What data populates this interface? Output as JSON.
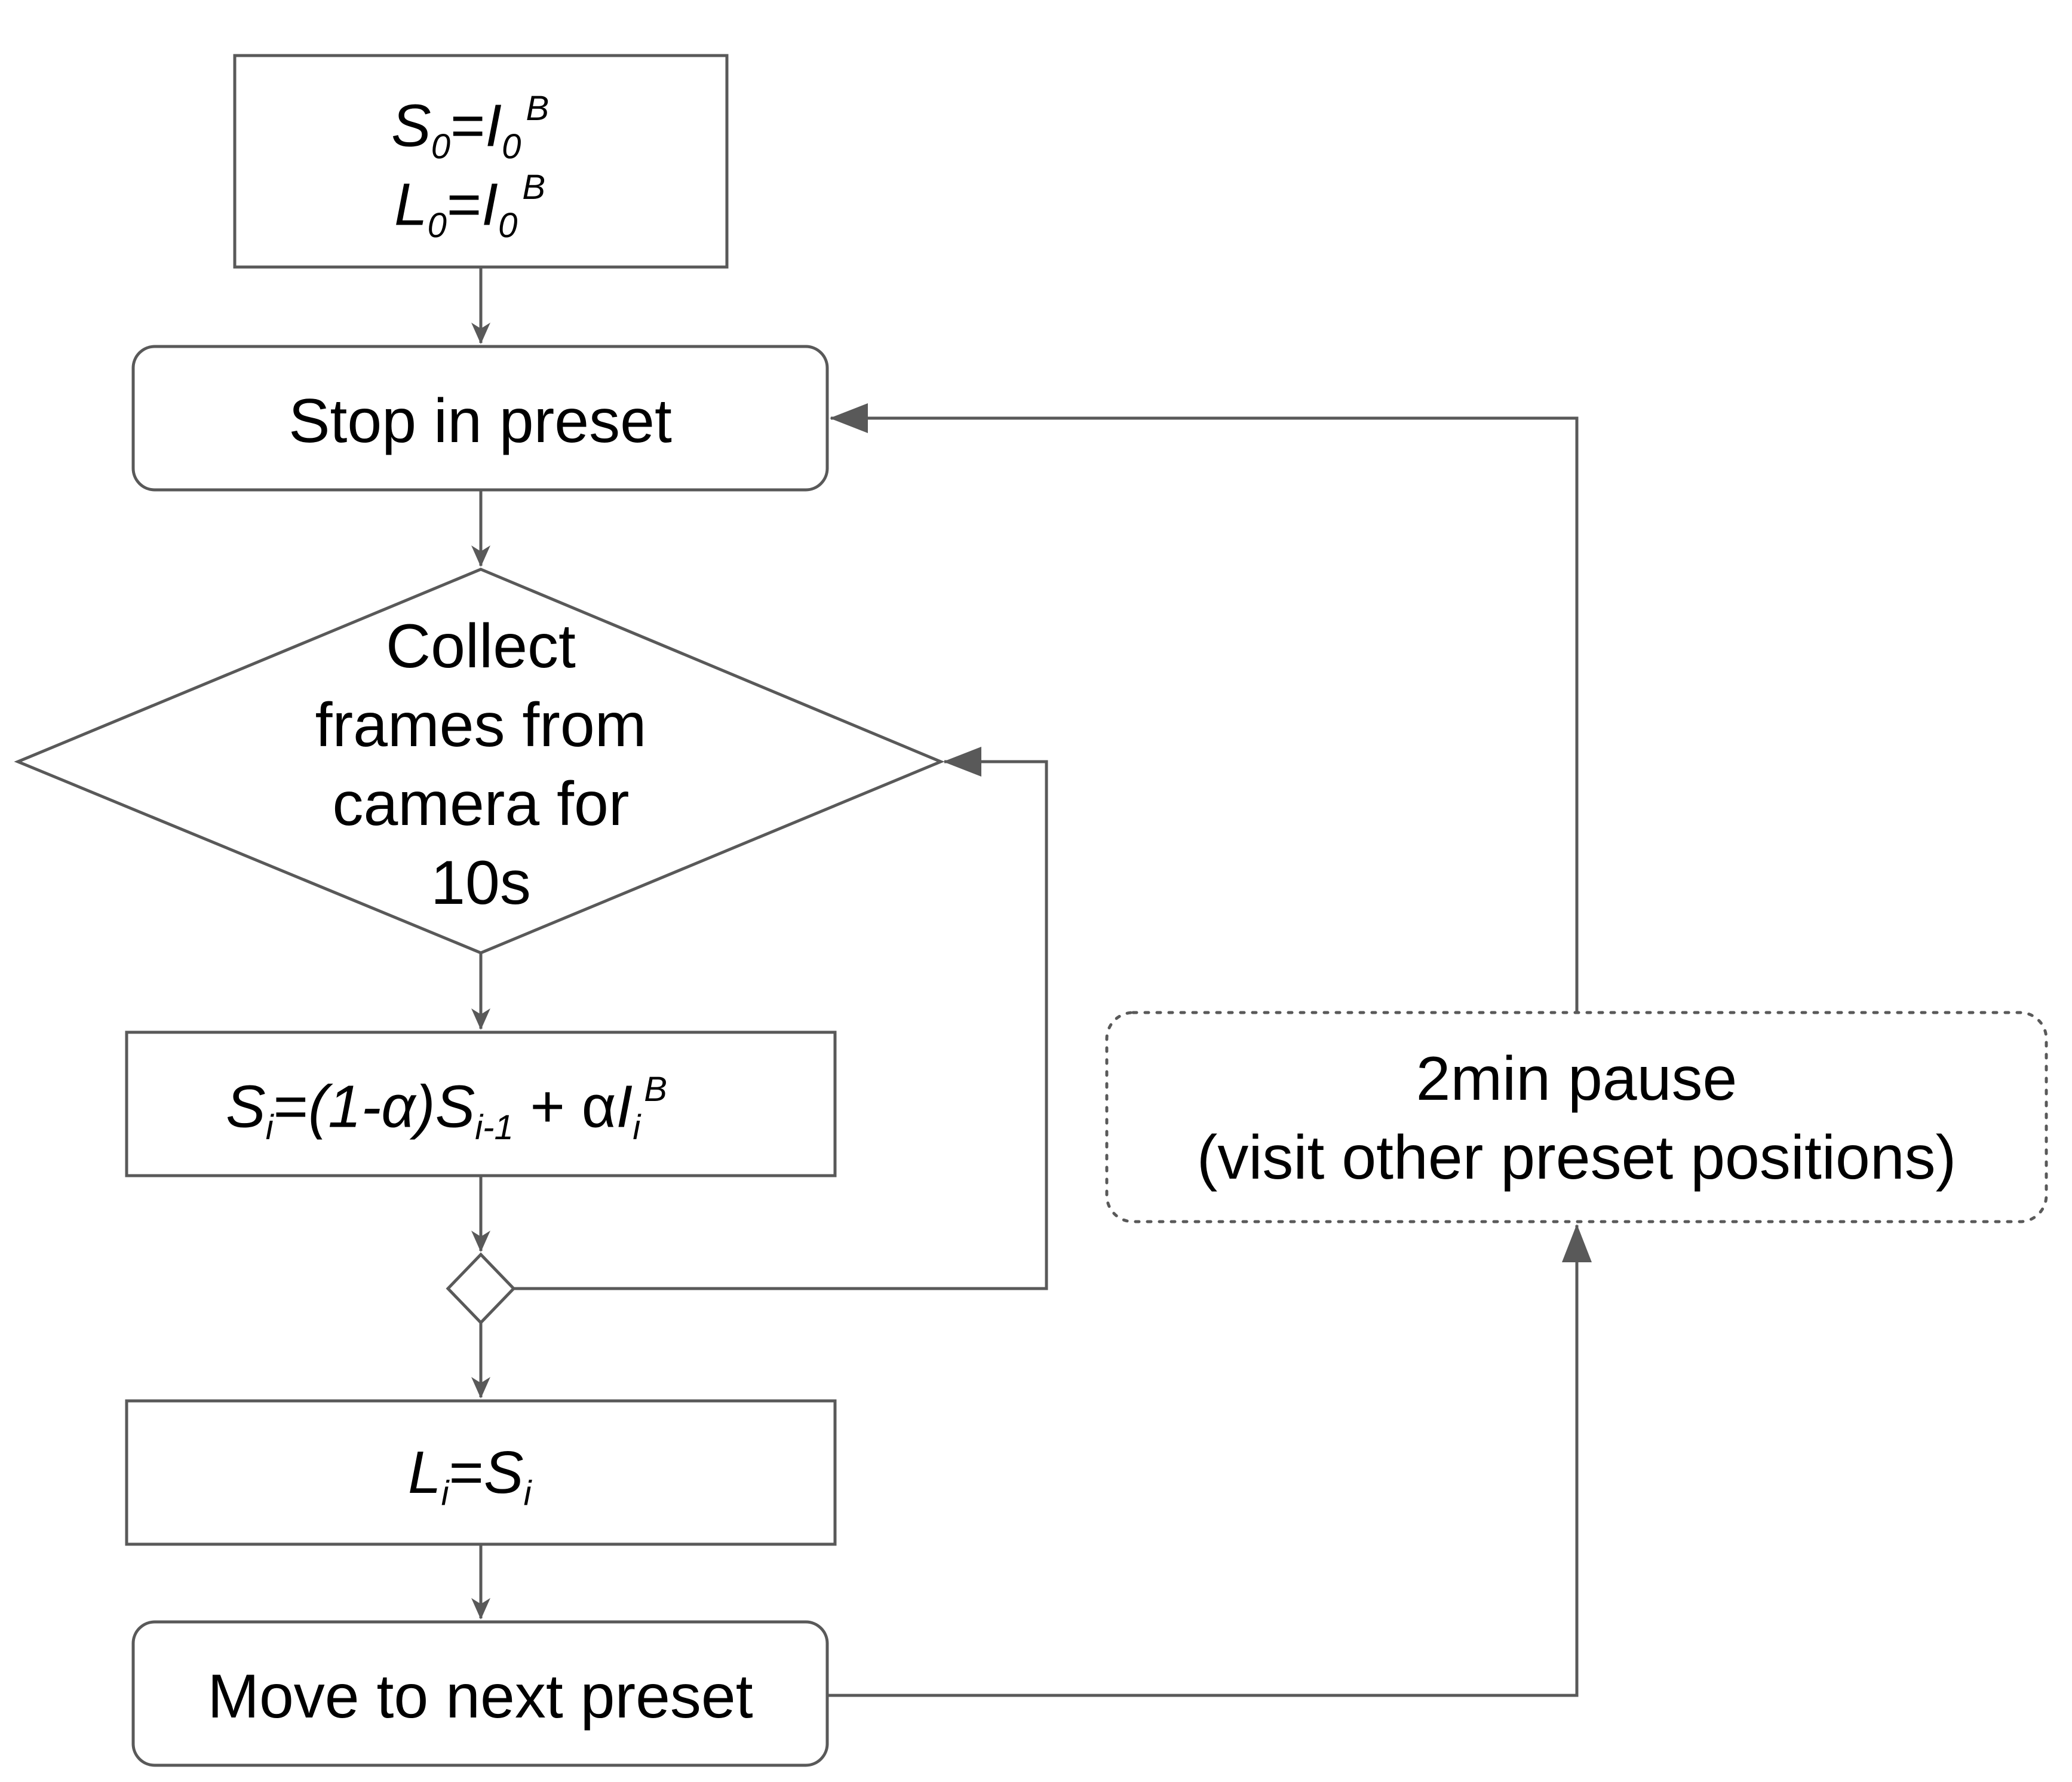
{
  "colors": {
    "stroke": "#595959",
    "arrow": "#595959",
    "text": "#000000",
    "background": "#ffffff"
  },
  "nodes": {
    "init": {
      "line1": {
        "a": "S",
        "a_sub": "0",
        "eq": "=",
        "b": "I",
        "b_sub": "0",
        "b_sup": "B"
      },
      "line2": {
        "a": "L",
        "a_sub": "0",
        "eq": "=",
        "b": "I",
        "b_sub": "0",
        "b_sup": "B"
      }
    },
    "stop": {
      "label": "Stop in preset"
    },
    "collect": {
      "lines": [
        "Collect",
        "frames from",
        "camera for",
        "10s"
      ]
    },
    "update": {
      "s": "S",
      "s_sub": "i",
      "eq": "=",
      "paren": "(1-α)",
      "s2": "S",
      "s2_sub": "i-1",
      "plus": "+ α",
      "i": "I",
      "i_sub": "i",
      "i_sup": "B"
    },
    "assign": {
      "l": "L",
      "l_sub": "i",
      "eq": "=",
      "s": "S",
      "s_sub": "i"
    },
    "move": {
      "label": "Move to next preset"
    },
    "pause": {
      "line1": "2min pause",
      "line2": "(visit other preset positions)"
    }
  }
}
